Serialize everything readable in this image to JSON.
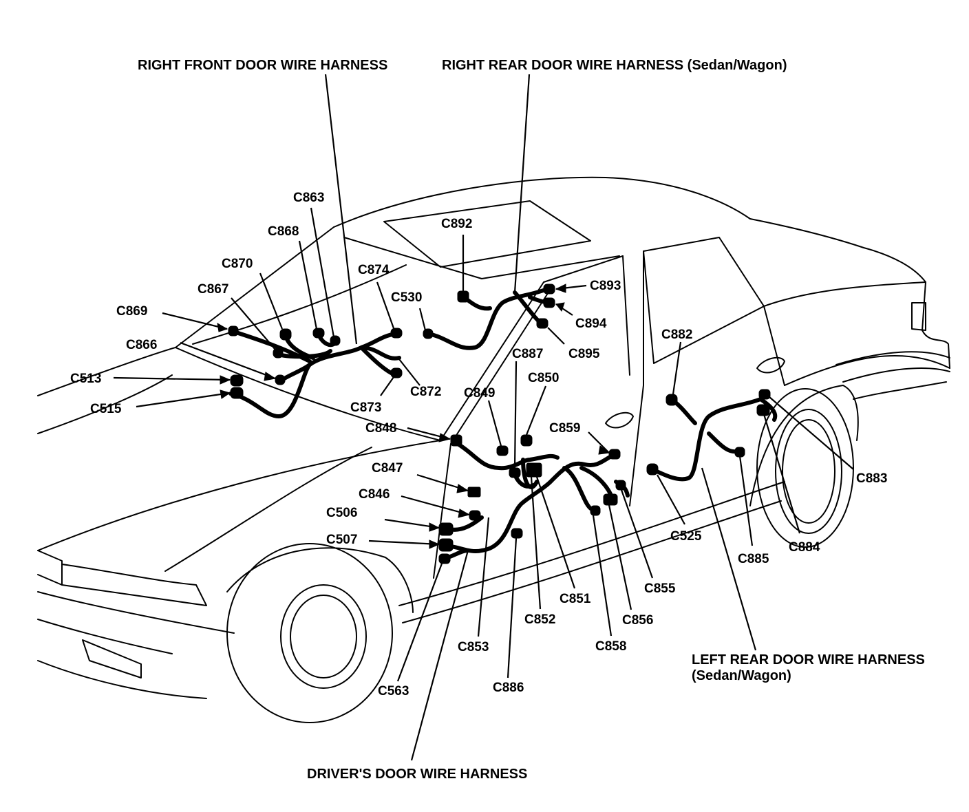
{
  "titles": {
    "right_front": "RIGHT FRONT DOOR WIRE HARNESS",
    "right_rear": "RIGHT REAR DOOR WIRE HARNESS (Sedan/Wagon)",
    "left_rear_1": "LEFT REAR DOOR WIRE HARNESS",
    "left_rear_2": "(Sedan/Wagon)",
    "drivers": "DRIVER'S DOOR WIRE HARNESS"
  },
  "connectors": {
    "c863": "C863",
    "c868": "C868",
    "c870": "C870",
    "c867": "C867",
    "c869": "C869",
    "c866": "C866",
    "c513": "C513",
    "c515": "C515",
    "c874": "C874",
    "c530": "C530",
    "c872": "C872",
    "c873": "C873",
    "c892": "C892",
    "c893": "C893",
    "c894": "C894",
    "c895": "C895",
    "c887": "C887",
    "c850": "C850",
    "c849": "C849",
    "c848": "C848",
    "c859": "C859",
    "c882": "C882",
    "c883": "C883",
    "c884": "C884",
    "c885": "C885",
    "c847": "C847",
    "c846": "C846",
    "c506": "C506",
    "c507": "C507",
    "c525": "C525",
    "c855": "C855",
    "c856": "C856",
    "c851": "C851",
    "c852": "C852",
    "c858": "C858",
    "c853": "C853",
    "c886": "C886",
    "c563": "C563"
  }
}
